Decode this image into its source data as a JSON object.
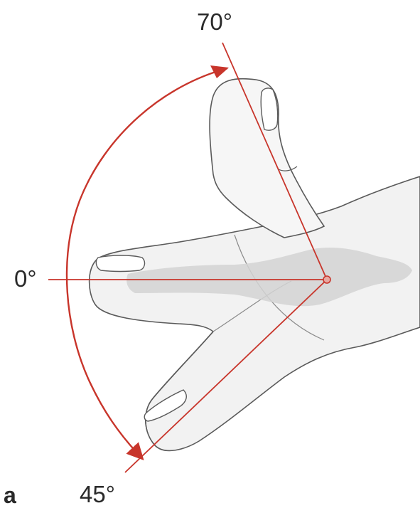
{
  "figure": {
    "panel_label": "a",
    "angles": {
      "top": "70°",
      "middle": "0°",
      "bottom": "45°"
    },
    "colors": {
      "reference_lines": "#c8352b",
      "arc": "#c8352b",
      "outline": "#5a5a5a",
      "bone_shading": "#d3d3d3",
      "text": "#2a2a2a"
    }
  }
}
